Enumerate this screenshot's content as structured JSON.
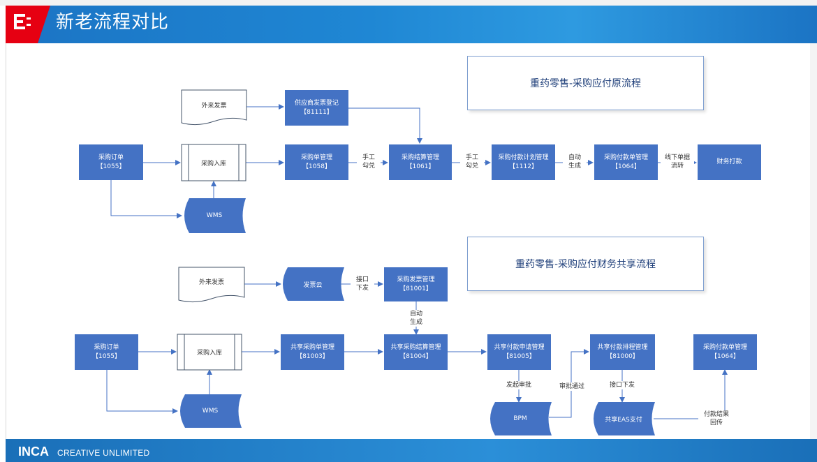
{
  "header": {
    "title": "新老流程对比"
  },
  "footer": {
    "brand": "INCA",
    "tagline": "CREATIVE UNLIMITED"
  },
  "old_flow": {
    "title": "重药零售-采购应付原流程",
    "external_invoice": "外来发票",
    "supplier_invoice": {
      "name": "供应商发票登记",
      "code": "【81111】"
    },
    "purchase_order": {
      "name": "采购订单",
      "code": "【1055】"
    },
    "warehouse_in": "采购入库",
    "wms": "WMS",
    "po_manage": {
      "name": "采购单管理",
      "code": "【1058】"
    },
    "settle": {
      "name": "采购结算管理",
      "code": "【1061】"
    },
    "pay_plan": {
      "name": "采购付款计划管理",
      "code": "【1112】"
    },
    "pay_order": {
      "name": "采购付款单管理",
      "code": "【1064】"
    },
    "finance_pay": "财务打款",
    "lbl_manual1": [
      "手工",
      "勾兑"
    ],
    "lbl_manual2": [
      "手工",
      "勾兑"
    ],
    "lbl_auto": [
      "自动",
      "生成"
    ],
    "lbl_offline": [
      "线下单据",
      "流转"
    ]
  },
  "new_flow": {
    "title": "重药零售-采购应付财务共享流程",
    "external_invoice": "外来发票",
    "invoice_cloud": "发票云",
    "invoice_manage": {
      "name": "采购发票管理",
      "code": "【81001】"
    },
    "purchase_order": {
      "name": "采购订单",
      "code": "【1055】"
    },
    "warehouse_in": "采购入库",
    "wms": "WMS",
    "shared_po": {
      "name": "共享采购单管理",
      "code": "【81003】"
    },
    "shared_settle": {
      "name": "共享采购结算管理",
      "code": "【81004】"
    },
    "shared_pay_apply": {
      "name": "共享付款申请管理",
      "code": "【81005】"
    },
    "shared_pay_schedule": {
      "name": "共享付款排程管理",
      "code": "【81000】"
    },
    "pay_order": {
      "name": "采购付款单管理",
      "code": "【1064】"
    },
    "bpm": "BPM",
    "eas_pay": "共享EAS支付",
    "lbl_interface": [
      "接口",
      "下发"
    ],
    "lbl_auto": [
      "自动",
      "生成"
    ],
    "lbl_approve_start": "发起审批",
    "lbl_approved": "审批通过",
    "lbl_interface2": "接口下发",
    "lbl_result": [
      "付款结果",
      "回传"
    ]
  },
  "colors": {
    "box": "#4472c4",
    "line": "#4472c4",
    "header": "#1f87d4",
    "logo": "#e60012"
  }
}
